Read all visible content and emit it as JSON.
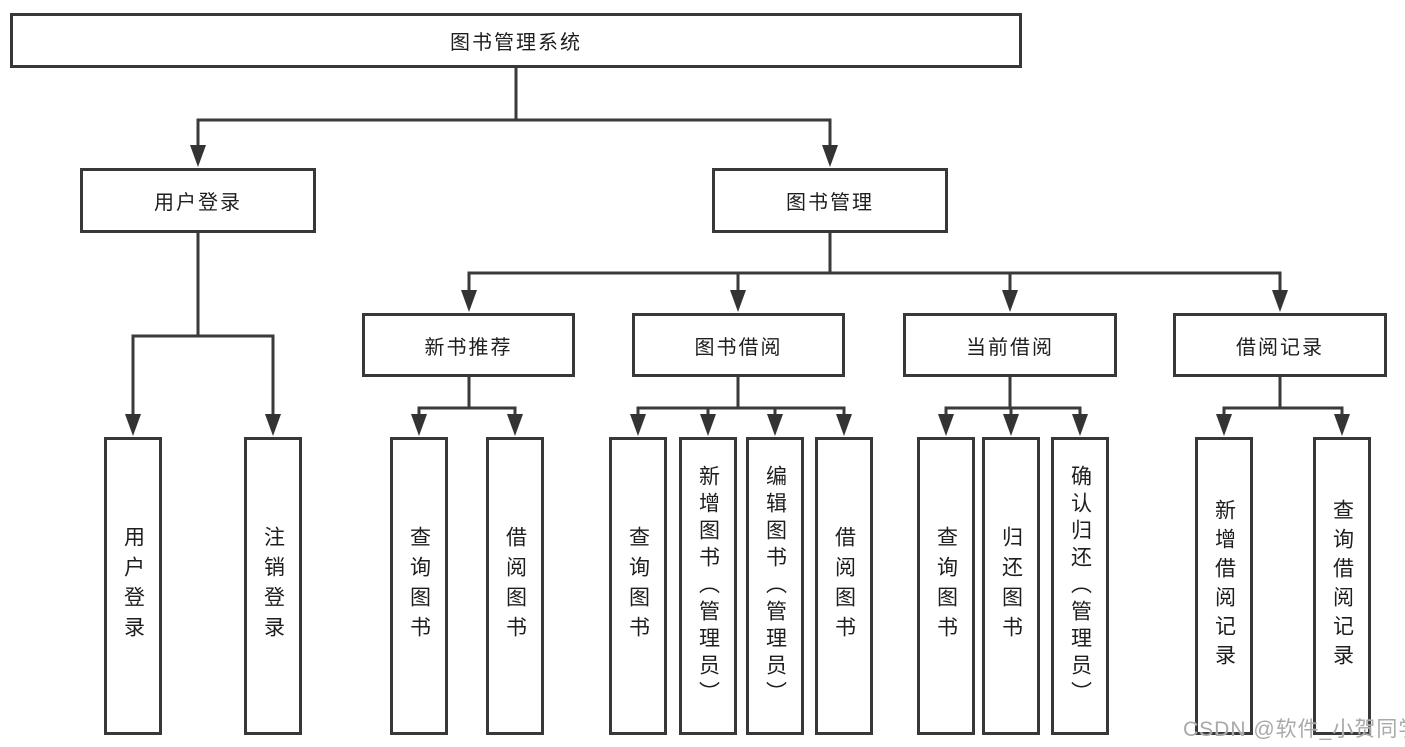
{
  "diagram": {
    "type": "hierarchy-tree",
    "root": {
      "label": "图书管理系统",
      "children": [
        {
          "label": "用户登录",
          "children": [
            {
              "label": "用户登录"
            },
            {
              "label": "注销登录"
            }
          ]
        },
        {
          "label": "图书管理",
          "children": [
            {
              "label": "新书推荐",
              "children": [
                {
                  "label": "查询图书"
                },
                {
                  "label": "借阅图书"
                }
              ]
            },
            {
              "label": "图书借阅",
              "children": [
                {
                  "label": "查询图书"
                },
                {
                  "label": "新增图书（管理员）"
                },
                {
                  "label": "编辑图书（管理员）"
                },
                {
                  "label": "借阅图书"
                }
              ]
            },
            {
              "label": "当前借阅",
              "children": [
                {
                  "label": "查询图书"
                },
                {
                  "label": "归还图书"
                },
                {
                  "label": "确认归还（管理员）"
                }
              ]
            },
            {
              "label": "借阅记录",
              "children": [
                {
                  "label": "新增借阅记录"
                },
                {
                  "label": "查询借阅记录"
                }
              ]
            }
          ]
        }
      ]
    }
  },
  "watermark": {
    "text": "CSDN @软件_小贺同学"
  },
  "colors": {
    "line": "#3a3a3a",
    "box_border": "#383838",
    "box_fill": "#ffffff",
    "text": "#1e1e1e",
    "watermark": "#a9a9a9",
    "background": "#ffffff"
  }
}
